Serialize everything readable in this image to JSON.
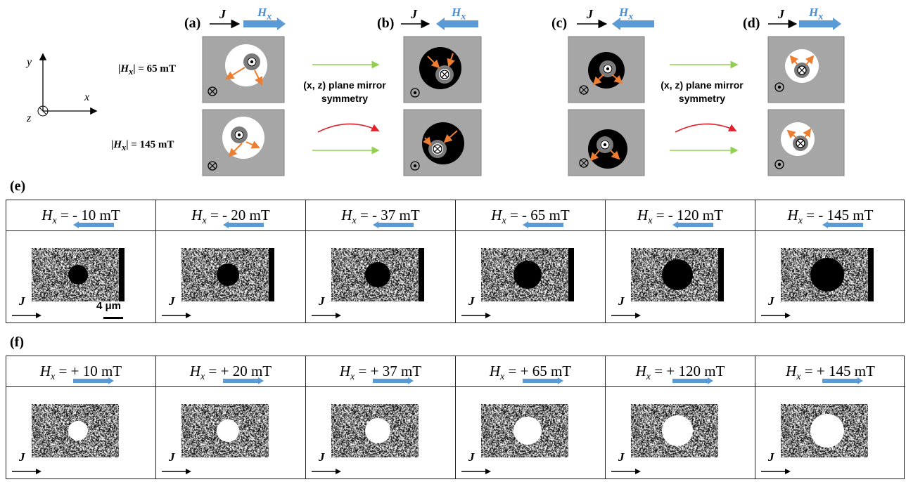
{
  "top_panels": {
    "labels": [
      "(a)",
      "(b)",
      "(c)",
      "(d)"
    ],
    "current_label": "J",
    "field_label": "H",
    "field_sub": "x",
    "field_rows": [
      "|H_x| = 65 mT",
      "|H_x| = 145 mT"
    ],
    "mirror_text_line1": "(x, z) plane mirror",
    "mirror_text_line2": "symmetry",
    "axes": {
      "x": "x",
      "y": "y",
      "z": "z"
    }
  },
  "row_e": {
    "label": "(e)",
    "fields": [
      "- 10",
      "- 20",
      "- 37",
      "- 65",
      "- 120",
      "- 145"
    ],
    "unit": "mT",
    "scalebar": "4 μm",
    "current_label": "J"
  },
  "row_f": {
    "label": "(f)",
    "fields": [
      "+ 10",
      "+ 20",
      "+ 37",
      "+ 65",
      "+ 120",
      "+ 145"
    ],
    "unit": "mT",
    "current_label": "J"
  },
  "colors": {
    "field_arrow": "#5b9bd5",
    "green_arrow": "#92d050",
    "red_arrow": "#e0202a",
    "orange_arrow": "#ed7d31",
    "gray": "#a6a6a6"
  }
}
